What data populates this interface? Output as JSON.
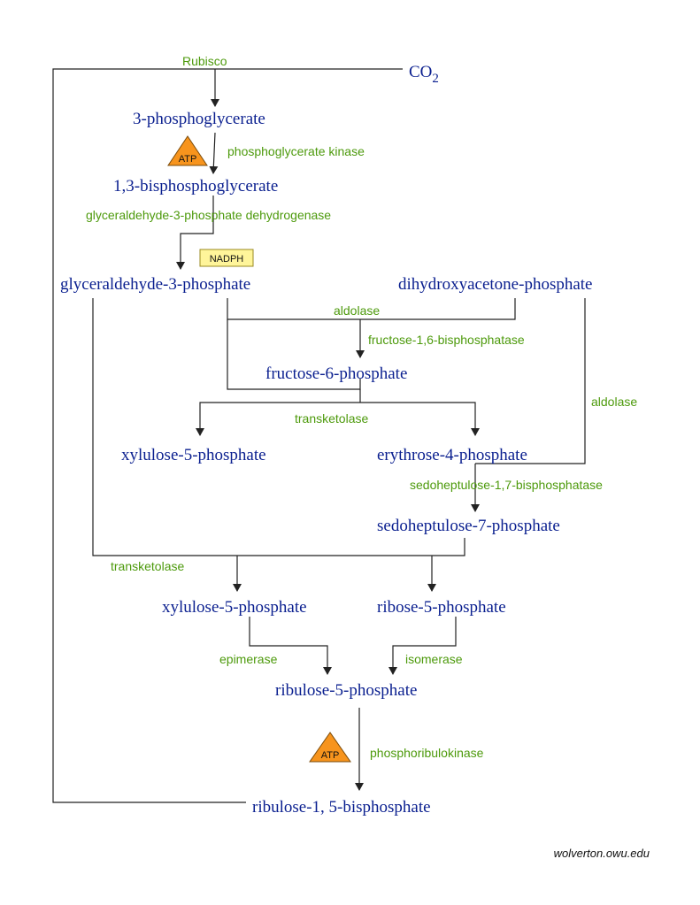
{
  "metabolites": {
    "co2": "CO",
    "co2_subscript": "2",
    "pga": "3-phosphoglycerate",
    "bpg": "1,3-bisphosphoglycerate",
    "g3p": "glyceraldehyde-3-phosphate",
    "dhap": "dihydroxyacetone-phosphate",
    "f6p": "fructose-6-phosphate",
    "xu5p_1": "xylulose-5-phosphate",
    "e4p": "erythrose-4-phosphate",
    "s7p": "sedoheptulose-7-phosphate",
    "xu5p_2": "xylulose-5-phosphate",
    "r5p": "ribose-5-phosphate",
    "ru5p": "ribulose-5-phosphate",
    "rubp": "ribulose-1, 5-bisphosphate"
  },
  "enzymes": {
    "rubisco": "Rubisco",
    "pgk": "phosphoglycerate kinase",
    "gapdh": "glyceraldehyde-3-phosphate dehydrogenase",
    "aldolase_1": "aldolase",
    "fbpase": "fructose-1,6-bisphosphatase",
    "transketolase_1": "transketolase",
    "aldolase_2": "aldolase",
    "sbpase": "sedoheptulose-1,7-bisphosphatase",
    "transketolase_2": "transketolase",
    "epimerase": "epimerase",
    "isomerase": "isomerase",
    "prk": "phosphoribulokinase"
  },
  "cofactors": {
    "atp_1": "ATP",
    "nadph": "NADPH",
    "atp_2": "ATP"
  },
  "credit": "wolverton.owu.edu",
  "colors": {
    "metabolite": "#0a1f8f",
    "enzyme": "#4d9a0c",
    "atp_fill": "#f7941d",
    "nadph_fill": "#fff59a"
  }
}
